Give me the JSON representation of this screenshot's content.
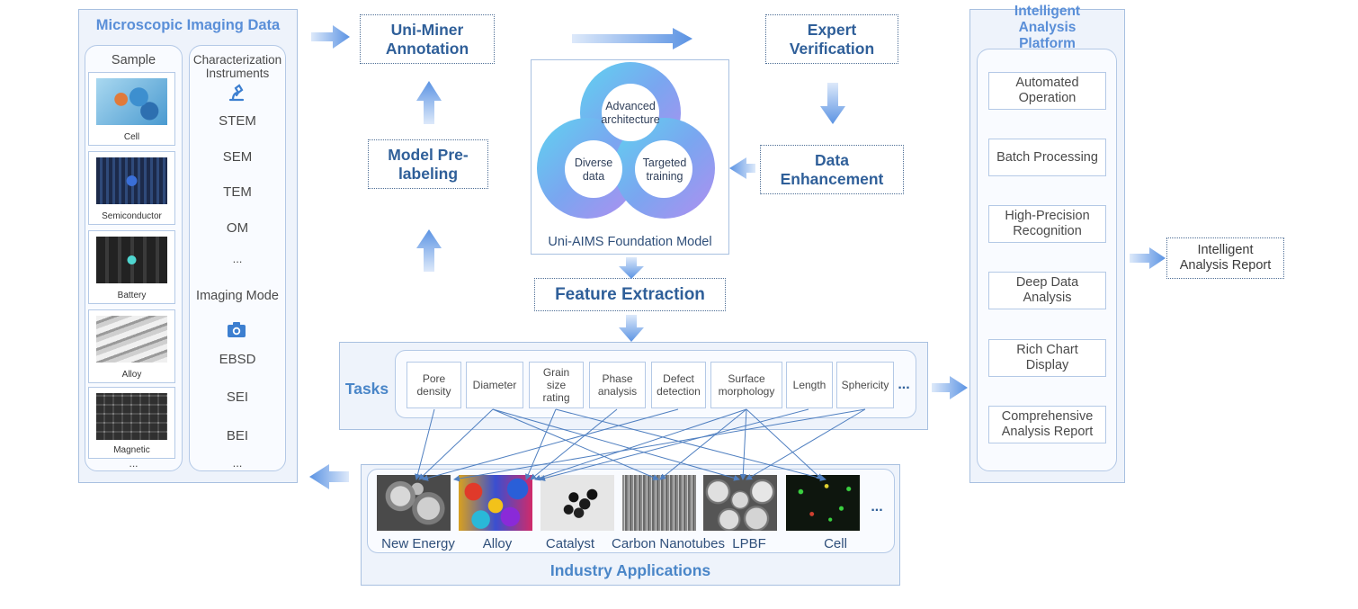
{
  "left_panel": {
    "title": "Microscopic Imaging Data",
    "sample_header": "Sample",
    "samples": [
      {
        "label": "Cell",
        "icon": "cell-image"
      },
      {
        "label": "Semiconductor",
        "icon": "chip-image"
      },
      {
        "label": "Battery",
        "icon": "battery-image"
      },
      {
        "label": "Alloy",
        "icon": "alloy-image"
      },
      {
        "label": "Magnetic",
        "icon": "magnetic-image"
      }
    ],
    "sample_more": "...",
    "instruments_header": "Characterization Instruments",
    "instruments_icon": "microscope-icon",
    "instruments": [
      "STEM",
      "SEM",
      "TEM",
      "OM",
      "..."
    ],
    "imaging_header": "Imaging Mode",
    "imaging_icon": "camera-icon",
    "imaging_modes": [
      "EBSD",
      "SEI",
      "BEI",
      "..."
    ]
  },
  "flow": {
    "annotation": "Uni-Miner Annotation",
    "verification": "Expert Verification",
    "prelabel": "Model Pre-labeling",
    "enhancement": "Data Enhancement",
    "feature": "Feature Extraction"
  },
  "foundation": {
    "label": "Uni-AIMS Foundation Model",
    "circle_top": "Advanced architecture",
    "circle_left": "Diverse data",
    "circle_right": "Targeted training"
  },
  "tasks": {
    "label": "Tasks",
    "items": [
      "Pore density",
      "Diameter",
      "Grain size rating",
      "Phase analysis",
      "Defect detection",
      "Surface morphology",
      "Length",
      "Sphericity"
    ],
    "more": "..."
  },
  "industry": {
    "title": "Industry Applications",
    "apps": [
      "New Energy",
      "Alloy",
      "Catalyst",
      "Carbon Nanotubes",
      "LPBF",
      "Cell"
    ],
    "more": "..."
  },
  "platform": {
    "title": "Intelligent Analysis Platform",
    "items": [
      "Automated Operation",
      "Batch Processing",
      "High-Precision Recognition",
      "Deep Data Analysis",
      "Rich Chart Display",
      "Comprehensive Analysis Report"
    ]
  },
  "report": {
    "label": "Intelligent Analysis Report"
  },
  "colors": {
    "accent": "#5a8fd8",
    "dark_blue": "#2f5f99",
    "panel_bg": "#eef3fb",
    "border": "#a8c0e0"
  }
}
